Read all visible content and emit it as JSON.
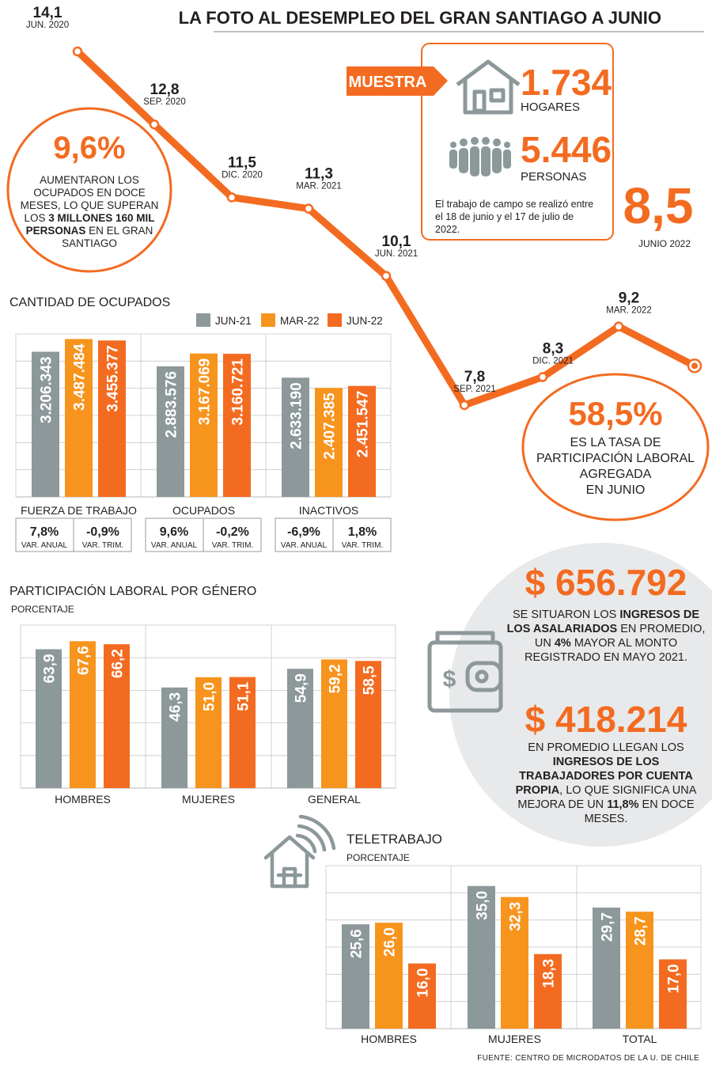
{
  "title": "LA FOTO AL DESEMPLEO DEL GRAN SANTIAGO A JUNIO",
  "colors": {
    "orange": "#f36b21",
    "orange_light": "#f7941d",
    "gray": "#8c989a",
    "text": "#231f20",
    "circle_bg": "#e8e9ea"
  },
  "unemployment": {
    "last_value": "8,5",
    "last_label": "JUNIO 2022"
  },
  "stat_circle_1": {
    "value": "9,6%",
    "line1": "AUMENTARON LOS",
    "line2": "OCUPADOS EN DOCE",
    "line3": "MESES, LO QUE SUPERAN",
    "line4_pre": "LOS ",
    "line4_bold": "3 MILLONES 160 MIL",
    "line5_bold": "PERSONAS",
    "line5_post": " EN EL GRAN",
    "line6": "SANTIAGO"
  },
  "muestra": {
    "tag": "MUESTRA",
    "hogares_value": "1.734",
    "hogares_label": "HOGARES",
    "personas_value": "5.446",
    "personas_label": "PERSONAS",
    "note_line1": "El trabajo de campo se realizó entre",
    "note_line2": "el 18 de junio y el 17 de julio de",
    "note_line3": "2022.",
    "house_icon": "house-icon",
    "people_icon": "people-group-icon"
  },
  "stat_circle_2": {
    "value": "58,5%",
    "line1": "ES LA TASA DE",
    "line2": "PARTICIPACIÓN LABORAL",
    "line3": "AGREGADA",
    "line4": "EN JUNIO"
  },
  "ocupados_variations": [
    {
      "anual": "7,8%",
      "trim": "-0,9%"
    },
    {
      "anual": "9,6%",
      "trim": "-0,2%"
    },
    {
      "anual": "-6,9%",
      "trim": "1,8%"
    }
  ],
  "var_labels": {
    "anual": "VAR. ANUAL",
    "trim": "VAR. TRIM."
  },
  "ingresos": {
    "value1": "$ 656.792",
    "text1_a_pre": "SE SITUARON LOS ",
    "text1_a_bold": "INGRESOS DE",
    "text1_b_bold": "LOS ASALARIADOS",
    "text1_b_post": "  EN PROMEDIO,",
    "text1_c_pre": "UN ",
    "text1_c_bold": "4%",
    "text1_c_post": " MAYOR AL MONTO",
    "text1_d": "REGISTRADO EN MAYO 2021.",
    "value2": "$ 418.214",
    "text2_a": "EN PROMEDIO LLEGAN LOS",
    "text2_b_bold": "INGRESOS DE LOS",
    "text2_c_bold": "TRABAJADORES POR CUENTA",
    "text2_d_bold": "PROPIA",
    "text2_d_post": ", LO QUE SIGNIFICA UNA",
    "text2_e_pre": "MEJORA DE UN ",
    "text2_e_bold": "11,8%",
    "text2_e_post": " EN DOCE",
    "text2_f": "MESES.",
    "wallet_icon": "wallet-dollar-icon"
  },
  "teletrabajo_icon": "home-wifi-icon",
  "source": "FUENTE: CENTRO DE MICRODATOS DE LA U. DE CHILE",
  "chart_data": [
    {
      "type": "line",
      "title": "LA FOTO AL DESEMPLEO DEL GRAN SANTIAGO A JUNIO",
      "x": [
        "JUN. 2020",
        "SEP. 2020",
        "DIC. 2020",
        "MAR. 2021",
        "JUN. 2021",
        "SEP. 2021",
        "DIC. 2021",
        "MAR. 2022",
        "JUNIO 2022"
      ],
      "series": [
        {
          "values": [
            14.1,
            12.8,
            11.5,
            11.3,
            10.1,
            7.8,
            8.3,
            9.2,
            8.5
          ]
        }
      ],
      "value_labels": [
        "14,1",
        "12,8",
        "11,5",
        "11,3",
        "10,1",
        "7,8",
        "8,3",
        "9,2",
        "8,5"
      ],
      "ylim": [
        7.8,
        14.1
      ]
    },
    {
      "type": "bar",
      "title": "CANTIDAD DE OCUPADOS",
      "categories": [
        "FUERZA DE TRABAJO",
        "OCUPADOS",
        "INACTIVOS"
      ],
      "series": [
        {
          "name": "JUN-21",
          "values": [
            3206343,
            2883576,
            2633190
          ],
          "labels": [
            "3.206.343",
            "2.883.576",
            "2.633.190"
          ]
        },
        {
          "name": "MAR-22",
          "values": [
            3487484,
            3167069,
            2407385
          ],
          "labels": [
            "3.487.484",
            "3.167.069",
            "2.407.385"
          ]
        },
        {
          "name": "JUN-22",
          "values": [
            3455377,
            3160721,
            2451547
          ],
          "labels": [
            "3.455.377",
            "3.160.721",
            "2.451.547"
          ]
        }
      ],
      "ylim": [
        0,
        3600000
      ],
      "grid": true
    },
    {
      "type": "bar",
      "title": "PARTICIPACIÓN LABORAL POR GÉNERO",
      "subtitle": "PORCENTAJE",
      "categories": [
        "HOMBRES",
        "MUJERES",
        "GENERAL"
      ],
      "series": [
        {
          "name": "JUN-21",
          "values": [
            63.9,
            46.3,
            54.9
          ],
          "labels": [
            "63,9",
            "46,3",
            "54,9"
          ]
        },
        {
          "name": "MAR-22",
          "values": [
            67.6,
            51.0,
            59.2
          ],
          "labels": [
            "67,6",
            "51,0",
            "59,2"
          ]
        },
        {
          "name": "JUN-22",
          "values": [
            66.2,
            51.1,
            58.5
          ],
          "labels": [
            "66,2",
            "51,1",
            "58,5"
          ]
        }
      ],
      "ylim": [
        0,
        75
      ],
      "grid": true
    },
    {
      "type": "bar",
      "title": "TELETRABAJO",
      "subtitle": "PORCENTAJE",
      "categories": [
        "HOMBRES",
        "MUJERES",
        "TOTAL"
      ],
      "series": [
        {
          "name": "JUN-21",
          "values": [
            25.6,
            35.0,
            29.7
          ],
          "labels": [
            "25,6",
            "35,0",
            "29,7"
          ]
        },
        {
          "name": "MAR-22",
          "values": [
            26.0,
            32.3,
            28.7
          ],
          "labels": [
            "26,0",
            "32,3",
            "28,7"
          ]
        },
        {
          "name": "JUN-22",
          "values": [
            16.0,
            18.3,
            17.0
          ],
          "labels": [
            "16,0",
            "18,3",
            "17,0"
          ]
        }
      ],
      "ylim": [
        0,
        40
      ],
      "grid": true
    }
  ]
}
